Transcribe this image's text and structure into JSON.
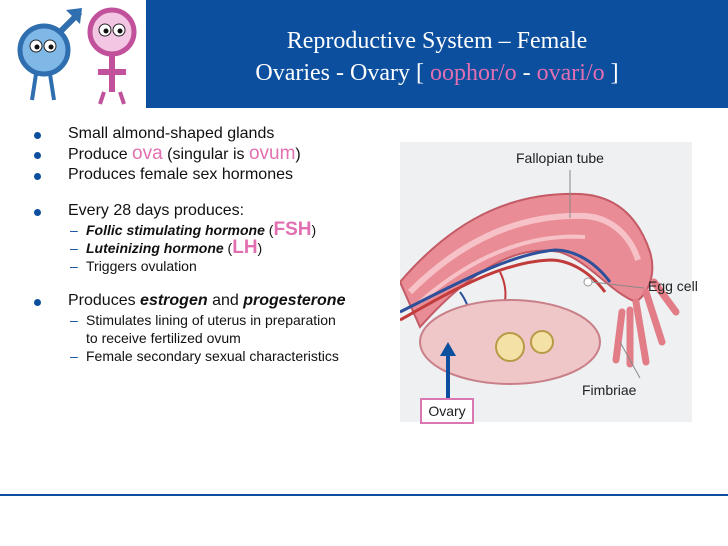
{
  "slide": {
    "title_line1": "Reproductive System – Female",
    "title_line2_prefix": "Ovaries - Ovary [ ",
    "title_root1": "oophor/o",
    "title_sep": " - ",
    "title_root2": "ovari/o",
    "title_suffix": " ]"
  },
  "bullets": {
    "b1": "Small almond-shaped glands",
    "b2_pre": "Produce ",
    "b2_hl1": "ova",
    "b2_mid": " (singular is ",
    "b2_hl2": "ovum",
    "b2_post": ")",
    "b3": "Produces female sex hormones",
    "b4": "Every 28 days produces:",
    "s1_text": "Follic stimulating hormone",
    "s1_open": " (",
    "s1_hl": "FSH",
    "s1_close": ")",
    "s2_text": "Luteinizing hormone",
    "s2_open": " (",
    "s2_hl": "LH",
    "s2_close": ")",
    "s3": "Triggers ovulation",
    "b5_pre": "Produces ",
    "b5_e": "estrogen",
    "b5_and": " and ",
    "b5_p": "progesterone",
    "s4_line1": "Stimulates lining of uterus in preparation",
    "s4_line2": "to receive fertilized ovum",
    "s5": "Female secondary sexual characteristics"
  },
  "figure": {
    "label_tube": "Fallopian tube",
    "label_egg": "Egg cell",
    "label_fimbriae": "Fimbriae",
    "label_ovary": "Ovary"
  },
  "colors": {
    "header": "#0b4f9e",
    "highlight": "#e26fb1",
    "ovary_box": "#d977b3"
  }
}
